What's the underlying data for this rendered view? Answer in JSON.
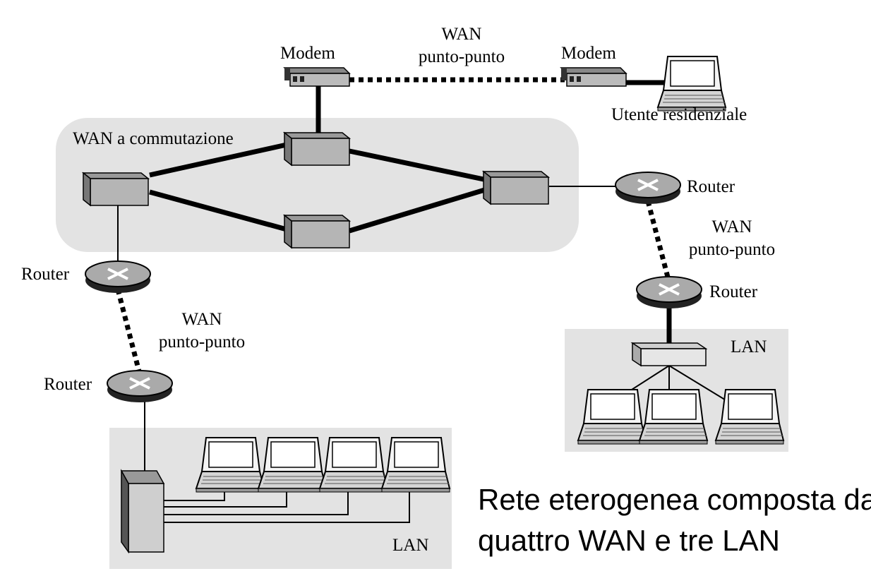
{
  "labels": {
    "modem_left": "Modem",
    "modem_right": "Modem",
    "wan_top_1": "WAN",
    "wan_top_2": "punto-punto",
    "home_user": "Utente residenziale",
    "switched_wan": "WAN a commutazione",
    "router_right_top": "Router",
    "wan_right_1": "WAN",
    "wan_right_2": "punto-punto",
    "router_right_bottom": "Router",
    "lan_right": "LAN",
    "router_left_top": "Router",
    "wan_left_1": "WAN",
    "wan_left_2": "punto-punto",
    "router_left_bottom": "Router",
    "lan_left": "LAN"
  },
  "caption": {
    "line1": "Rete eterogenea composta da",
    "line2": "quattro WAN e tre LAN"
  },
  "colors": {
    "region_fill": "#e3e3e3",
    "switch_fill": "#b5b5b5",
    "router_top": "#aaaaaa",
    "router_side": "#222222",
    "lan_switch_fill": "#e6e6e6"
  }
}
